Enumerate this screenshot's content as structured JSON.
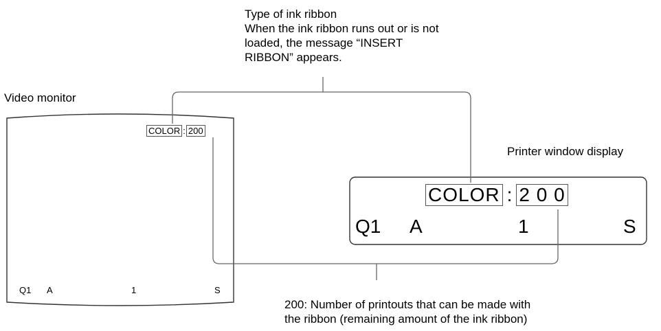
{
  "annotations": {
    "top": [
      "Type of ink ribbon",
      "When the ink ribbon runs out or is not",
      "loaded, the message “INSERT",
      "RIBBON” appears."
    ],
    "bottom": [
      "200: Number of printouts that can be made with",
      "the ribbon (remaining amount of the ink ribbon)"
    ]
  },
  "monitor": {
    "title": "Video monitor",
    "ribbon_type": "COLOR",
    "separator": ":",
    "remaining": "200",
    "status": {
      "q": "Q1",
      "mode": "A",
      "count": "1",
      "flag": "S"
    }
  },
  "printer": {
    "title": "Printer window display",
    "ribbon_type": "COLOR",
    "separator": ":",
    "remaining": "2 0 0",
    "status": {
      "q": "Q1",
      "mode": "A",
      "count": "1",
      "flag": "S"
    }
  }
}
